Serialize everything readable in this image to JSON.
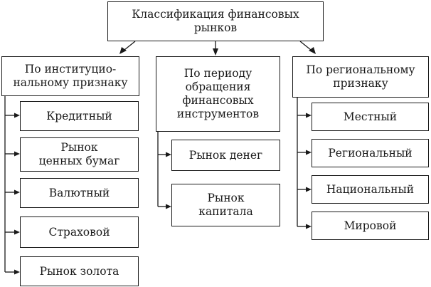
{
  "title": "Классификация финансовых\nрынков",
  "columns": [
    {
      "header": "По институцио-\nнальному признаку",
      "items": [
        "Кредитный",
        "Рынок\nценных бумаг",
        "Валютный",
        "Страховой",
        "Рынок золота"
      ]
    },
    {
      "header": "По периоду\nобращения\nфинансовых\nинструментов",
      "items": [
        "Рынок денег",
        "Рынок\nкапитала"
      ]
    },
    {
      "header": "По региональному\nпризнаку",
      "items": [
        "Местный",
        "Региональный",
        "Национальный",
        "Мировой"
      ]
    }
  ]
}
